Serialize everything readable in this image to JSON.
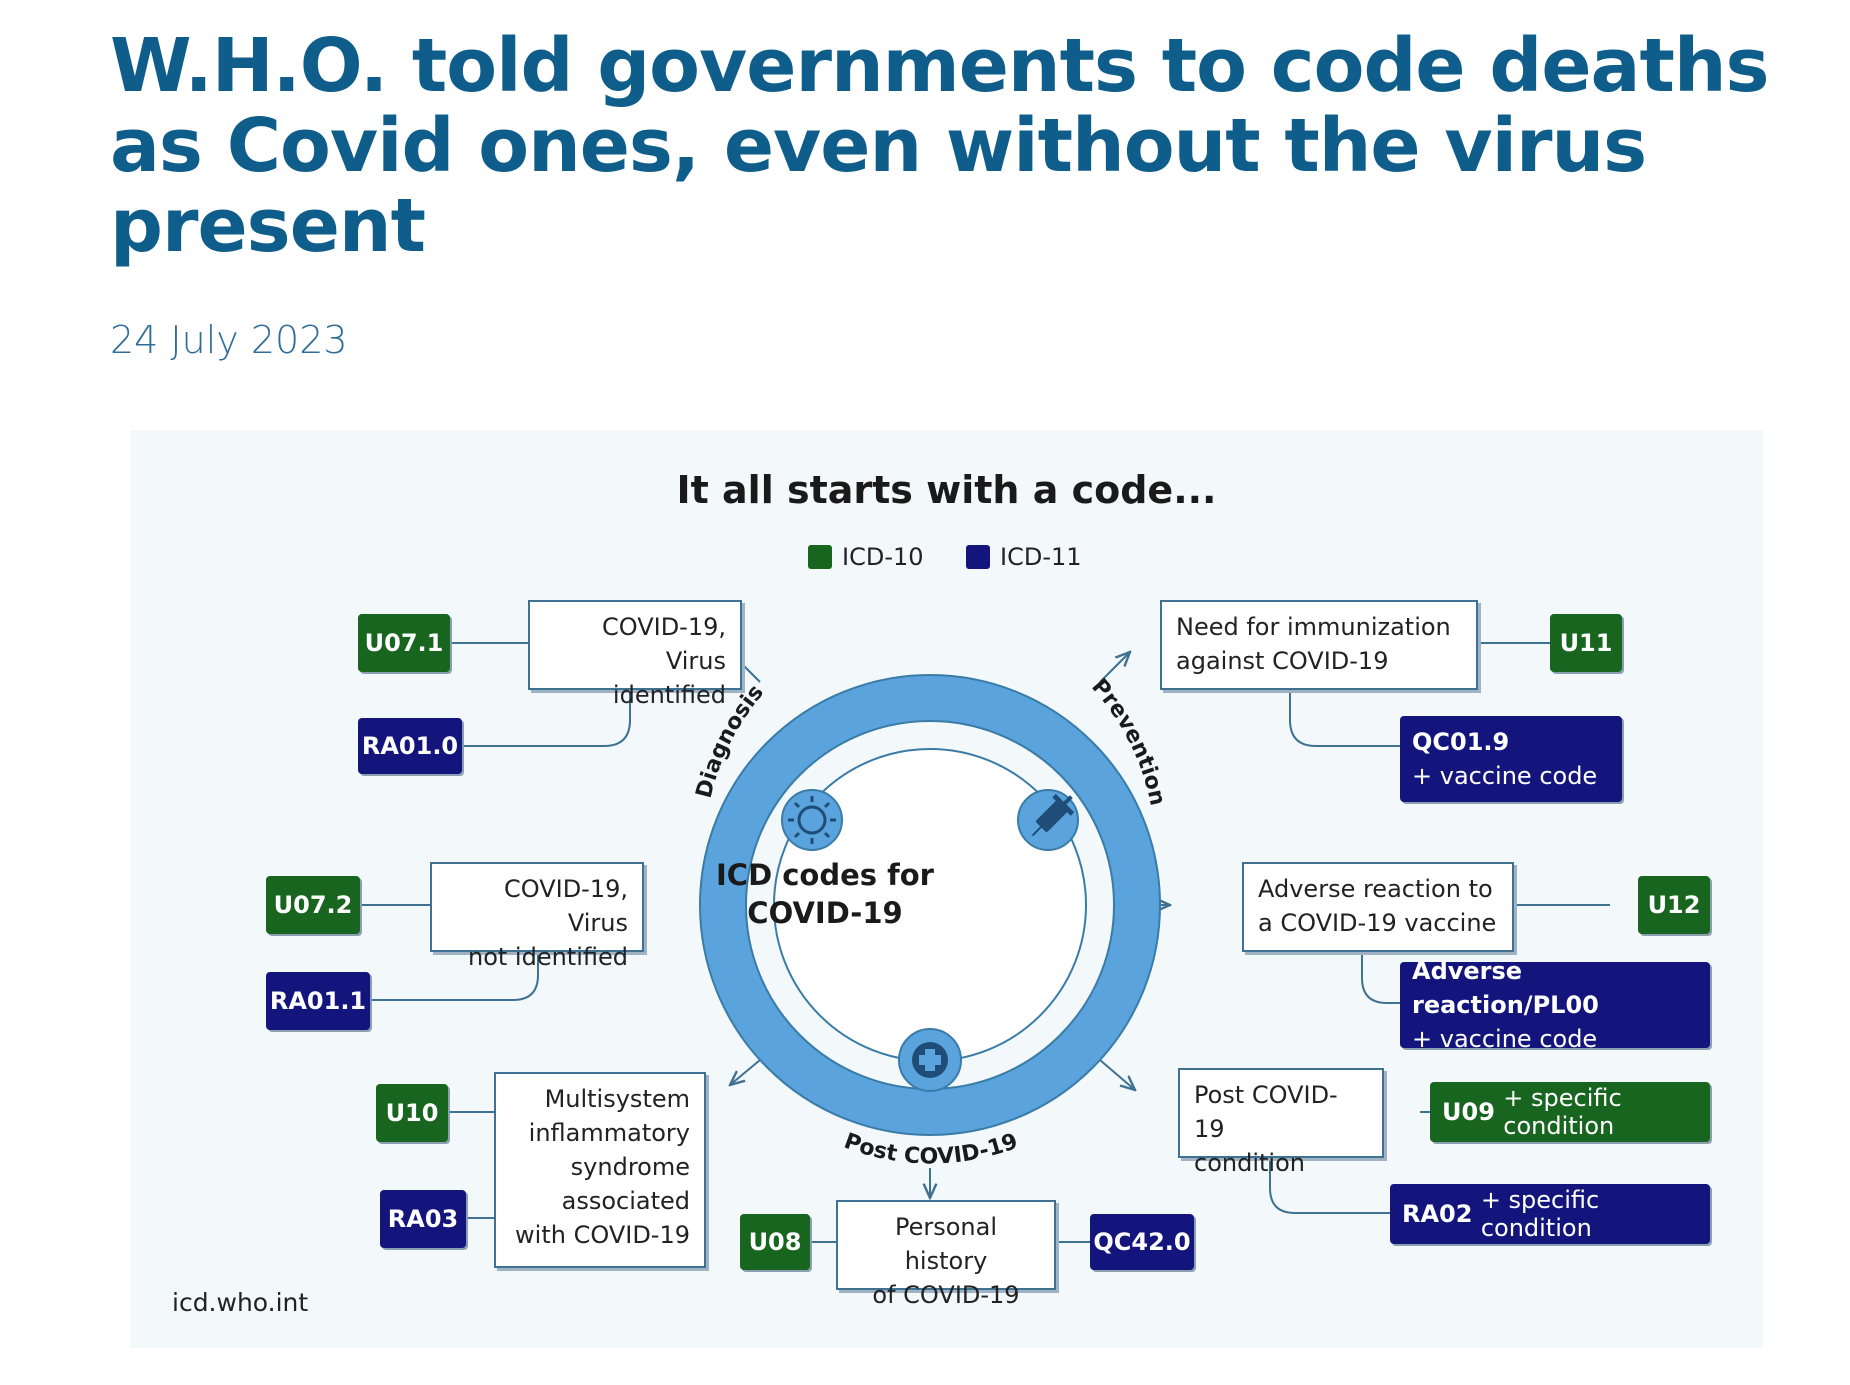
{
  "article": {
    "headline": "W.H.O. told governments to code deaths as Covid ones, even without the virus present",
    "date": "24 July 2023"
  },
  "figure": {
    "title": "It all starts with a code...",
    "legend": [
      {
        "label": "ICD-10",
        "color": "#17651f"
      },
      {
        "label": "ICD-11",
        "color": "#13157d"
      }
    ],
    "center": {
      "line1": "ICD codes for",
      "line2": "COVID-19"
    },
    "ring_labels": {
      "diagnosis": "Diagnosis",
      "prevention": "Prevention",
      "post": "Post COVID-19"
    },
    "icons": [
      "virus-icon",
      "syringe-icon",
      "medical-cross-icon"
    ],
    "colors": {
      "ring": "#5aa3dc",
      "icd10": "#17651f",
      "icd11": "#13157d",
      "frame": "#3f7192"
    },
    "nodes": {
      "virus_identified": {
        "line1": "COVID-19, Virus",
        "line2": "identified",
        "icd10": "U07.1",
        "icd11": "RA01.0"
      },
      "virus_not_identified": {
        "line1": "COVID-19, Virus",
        "line2": "not identified",
        "icd10": "U07.2",
        "icd11": "RA01.1"
      },
      "multisystem": {
        "line1": "Multisystem",
        "line2": "inflammatory",
        "line3": "syndrome",
        "line4": "associated",
        "line5": "with COVID-19",
        "icd10": "U10",
        "icd11": "RA03"
      },
      "personal_history": {
        "line1": "Personal history",
        "line2": "of COVID-19",
        "icd10": "U08",
        "icd11": "QC42.0"
      },
      "immunization": {
        "line1": "Need for immunization",
        "line2": "against COVID-19",
        "icd10": "U11",
        "icd11": "QC01.9",
        "icd11_sub": "+ vaccine code"
      },
      "adverse": {
        "line1": "Adverse reaction to",
        "line2": "a COVID-19 vaccine",
        "icd10": "U12",
        "icd11": "Adverse reaction/PL00",
        "icd11_sub": "+ vaccine code"
      },
      "post_condition": {
        "line1": "Post COVID-19",
        "line2": "condition",
        "icd10": "U09",
        "icd10_sub": "+ specific condition",
        "icd11": "RA02",
        "icd11_sub": "+ specific condition"
      }
    },
    "source": "icd.who.int"
  }
}
